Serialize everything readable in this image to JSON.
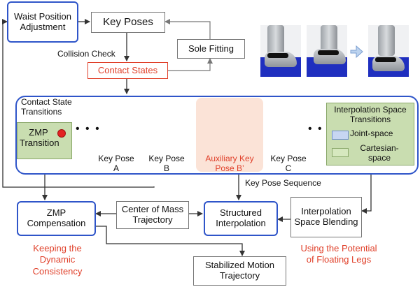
{
  "nodes": {
    "waist": "Waist Position Adjustment",
    "key_poses": "Key Poses",
    "sole_fitting": "Sole Fitting",
    "collision_check": "Collision Check",
    "contact_states": "Contact States",
    "zmp_compensation": "ZMP Compensation",
    "center_of_mass": "Center of Mass Trajectory",
    "structured_interpolation": "Structured Interpolation",
    "interpolation_blending": "Interpolation Space Blending",
    "stabilized": "Stabilized Motion Trajectory"
  },
  "panel": {
    "title": "Contact State Transitions",
    "zmp_transition": "ZMP Transition",
    "key_pose_a": "Key Pose A",
    "key_pose_b": "Key Pose B",
    "aux_key_pose": "Auxiliary Key Pose B’",
    "key_pose_c": "Key Pose C",
    "ellipsis": "• • •"
  },
  "legend": {
    "title": "Interpolation Space Transitions",
    "joint": "Joint-space",
    "cartesian": "Cartesian-space"
  },
  "labels": {
    "key_pose_sequence": "Key Pose Sequence",
    "keeping": "Keeping the Dynamic Consistency",
    "using": "Using the Potential of Floating Legs"
  },
  "colors": {
    "blue_border": "#2f55c9",
    "accent_red": "#e0402a",
    "green_fill": "#c9ddb0",
    "blue_fill": "#c7d6f2",
    "pink_fill": "#f7c9c9",
    "aux_fill": "#fbe3d7",
    "floor_blue": "#1f2fbf"
  }
}
